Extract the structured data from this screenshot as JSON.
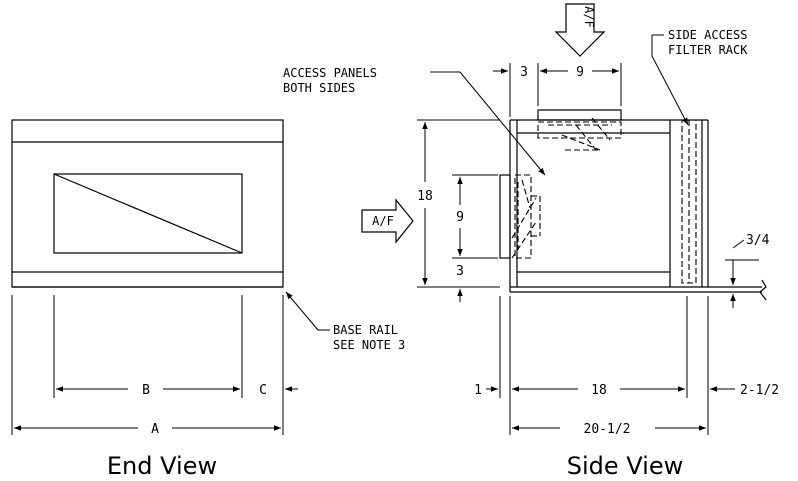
{
  "titles": {
    "end_view": "End View",
    "side_view": "Side View"
  },
  "end_view": {
    "labels": {
      "base_rail_1": "BASE RAIL",
      "base_rail_2": "SEE NOTE 3"
    },
    "dims": {
      "a": "A",
      "b": "B",
      "c": "C"
    }
  },
  "side_view": {
    "labels": {
      "access_panels_1": "ACCESS PANELS",
      "access_panels_2": "BOTH SIDES",
      "filter_rack_1": "SIDE ACCESS",
      "filter_rack_2": "FILTER RACK",
      "airflow_top": "A/F",
      "airflow_side": "A/F"
    },
    "dims": {
      "top_offset": "3",
      "top_opening": "9",
      "height": "18",
      "side_opening": "9",
      "bottom_offset": "3",
      "rail": "3/4",
      "left_offset": "1",
      "body_width": "18",
      "right_offset": "2-1/2",
      "overall_width": "20-1/2"
    }
  }
}
